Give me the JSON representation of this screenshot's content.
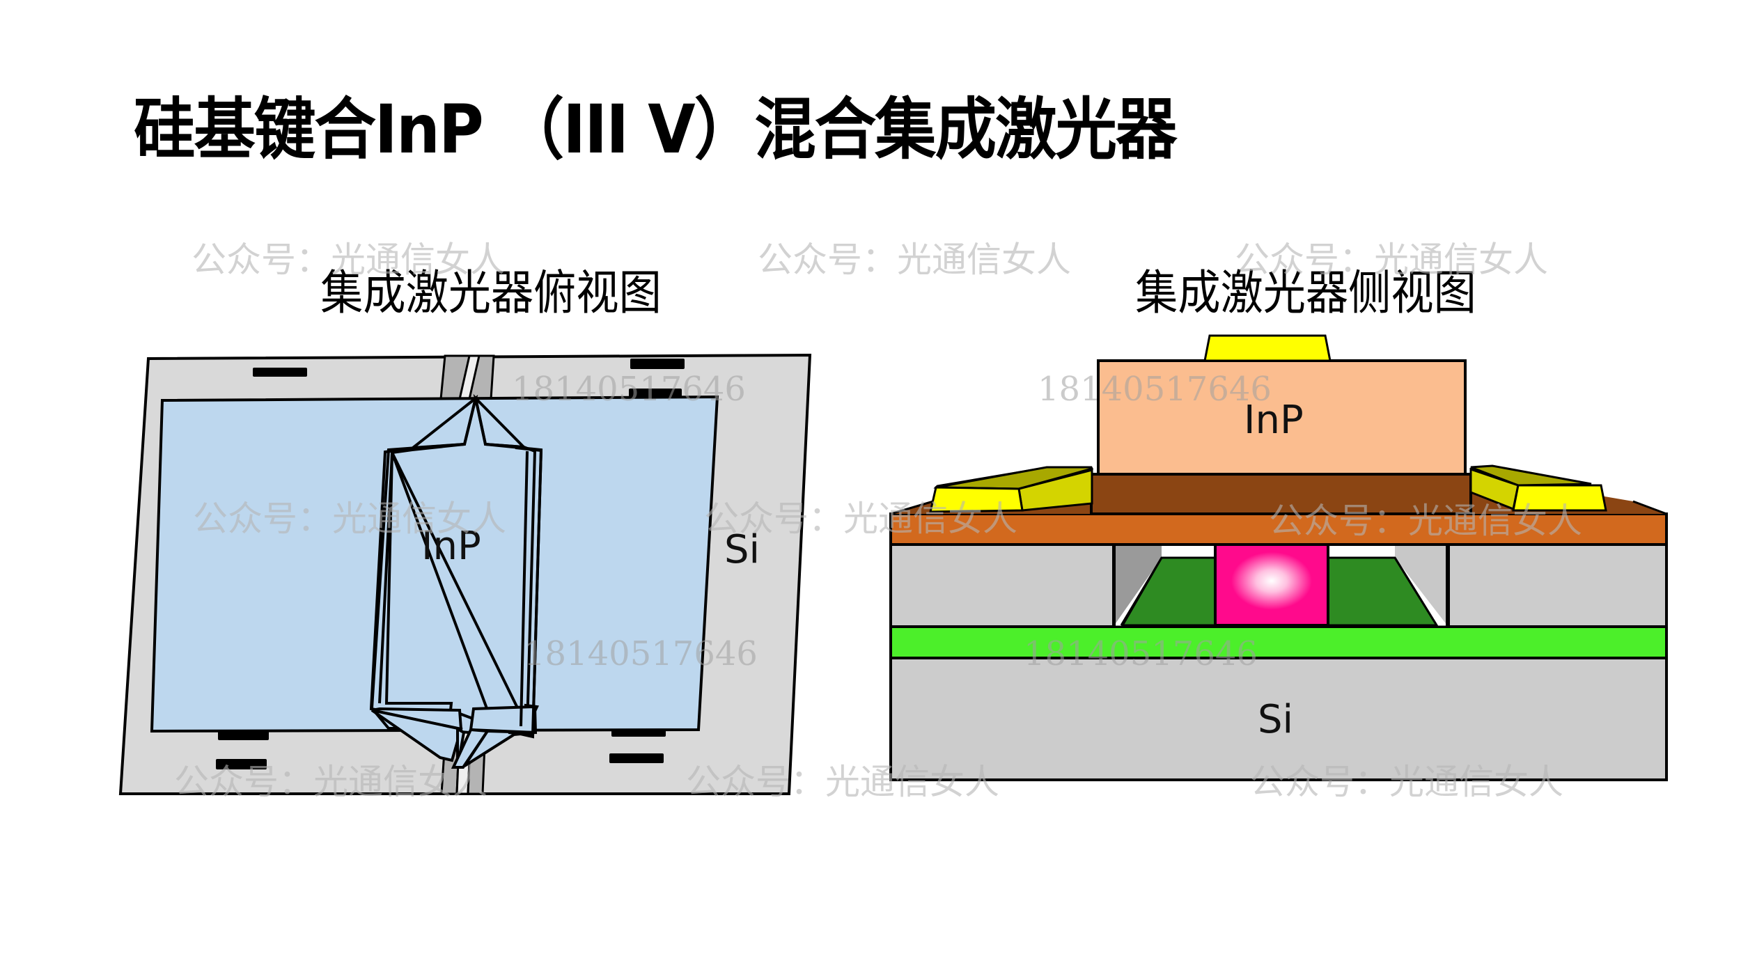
{
  "title": "硅基键合InP （III V）混合集成激光器",
  "top_view": {
    "subtitle": "集成激光器俯视图",
    "label_inp": "InP",
    "label_si": "Si"
  },
  "side_view": {
    "subtitle": "集成激光器侧视图",
    "label_inp": "InP",
    "label_si": "Si"
  },
  "watermarks": {
    "account": "公众号：光通信女人",
    "number": "18140517646"
  },
  "colors": {
    "si_plate": "#d9d9d9",
    "bonded_region": "#bdd7ee",
    "waveguide_cladding": "#b4b4b4",
    "waveguide_core": "#efefef",
    "contact_pad": "#000000",
    "inp_mesa": "#fbbd8f",
    "inp_lower": "#8b4513",
    "n_contact_layer": "#d2691e",
    "metal_gold": "#ffff00",
    "metal_side": "#d4d400",
    "metal_top": "#a8a800",
    "si_substrate": "#cccccc",
    "box_layer": "#4cef2a",
    "si_rib": "#2e8b22",
    "optical_mode": "#ff0a8c",
    "trench_dark": "#9a9a9a"
  }
}
